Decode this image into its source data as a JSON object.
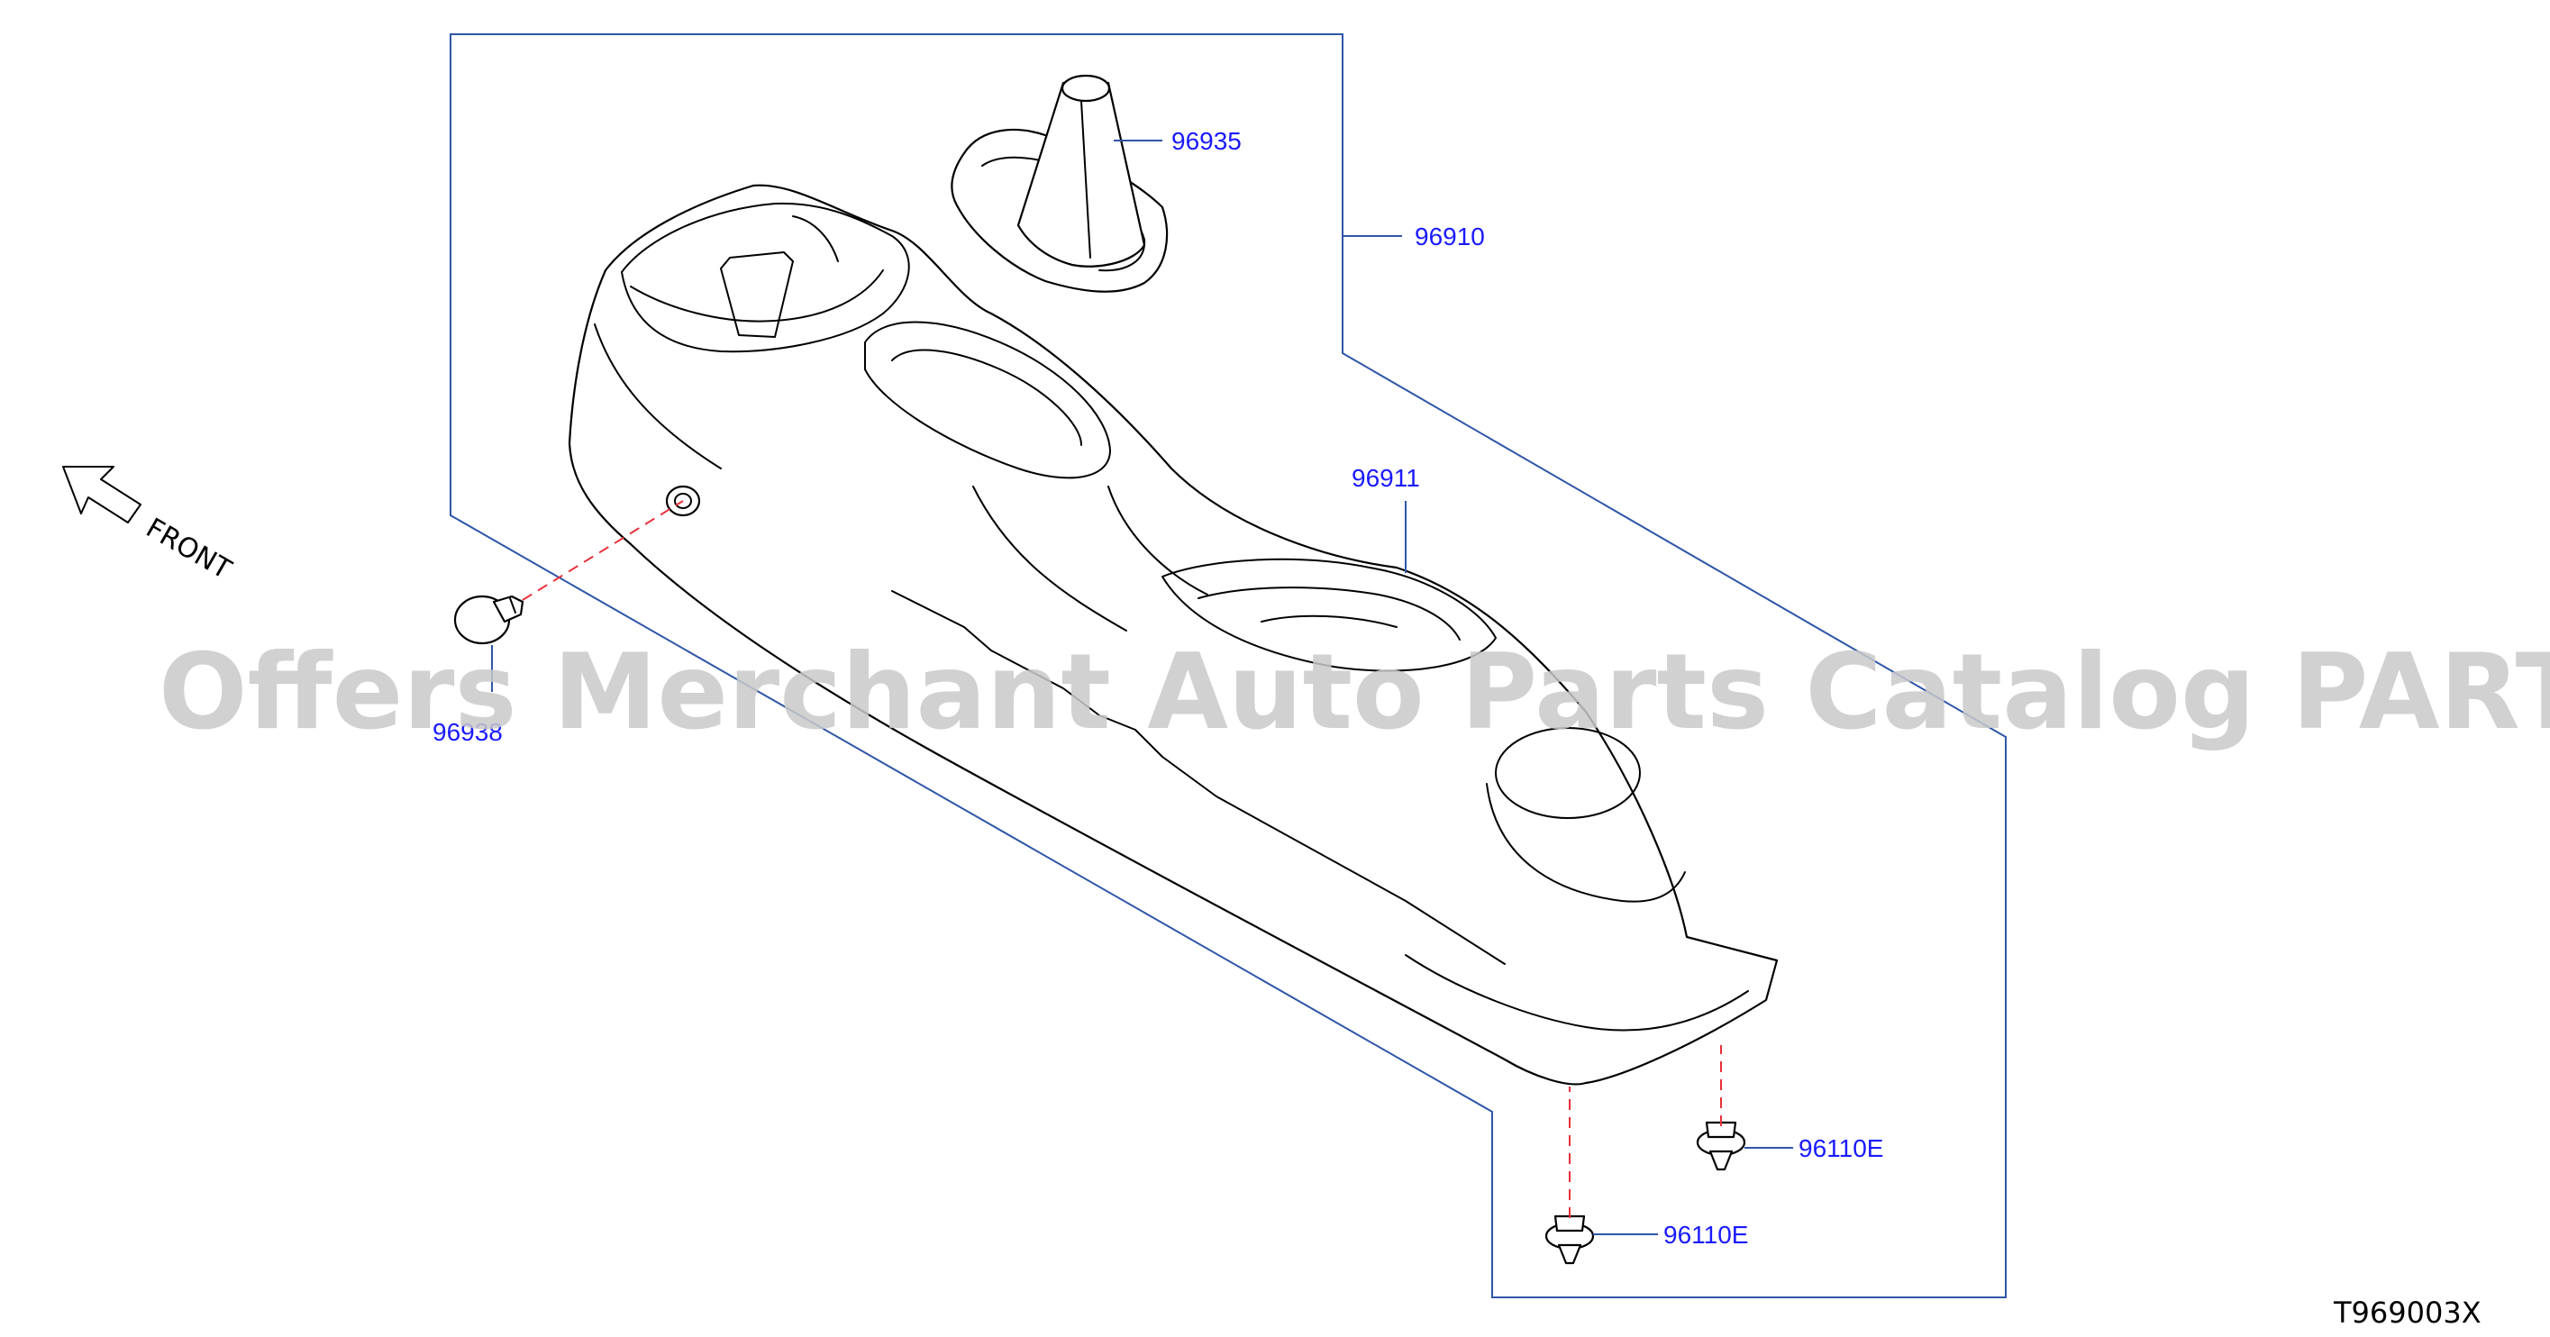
{
  "watermark": "Offers Merchant Auto Parts Catalog PARTSTORE.SA",
  "diagram_code": "T969003X",
  "front_label": "FRONT",
  "callouts": {
    "shift_boot": "96935",
    "console_assembly": "96910",
    "console_body": "96911",
    "push_clip": "96938",
    "clip_rear_right": "96110E",
    "clip_rear_left": "96110E"
  },
  "colors": {
    "callout_text": "#1a1aff",
    "leader_line": "#2f56a8",
    "mounting_dash": "#e8313a",
    "watermark": "#c9c9c9"
  }
}
